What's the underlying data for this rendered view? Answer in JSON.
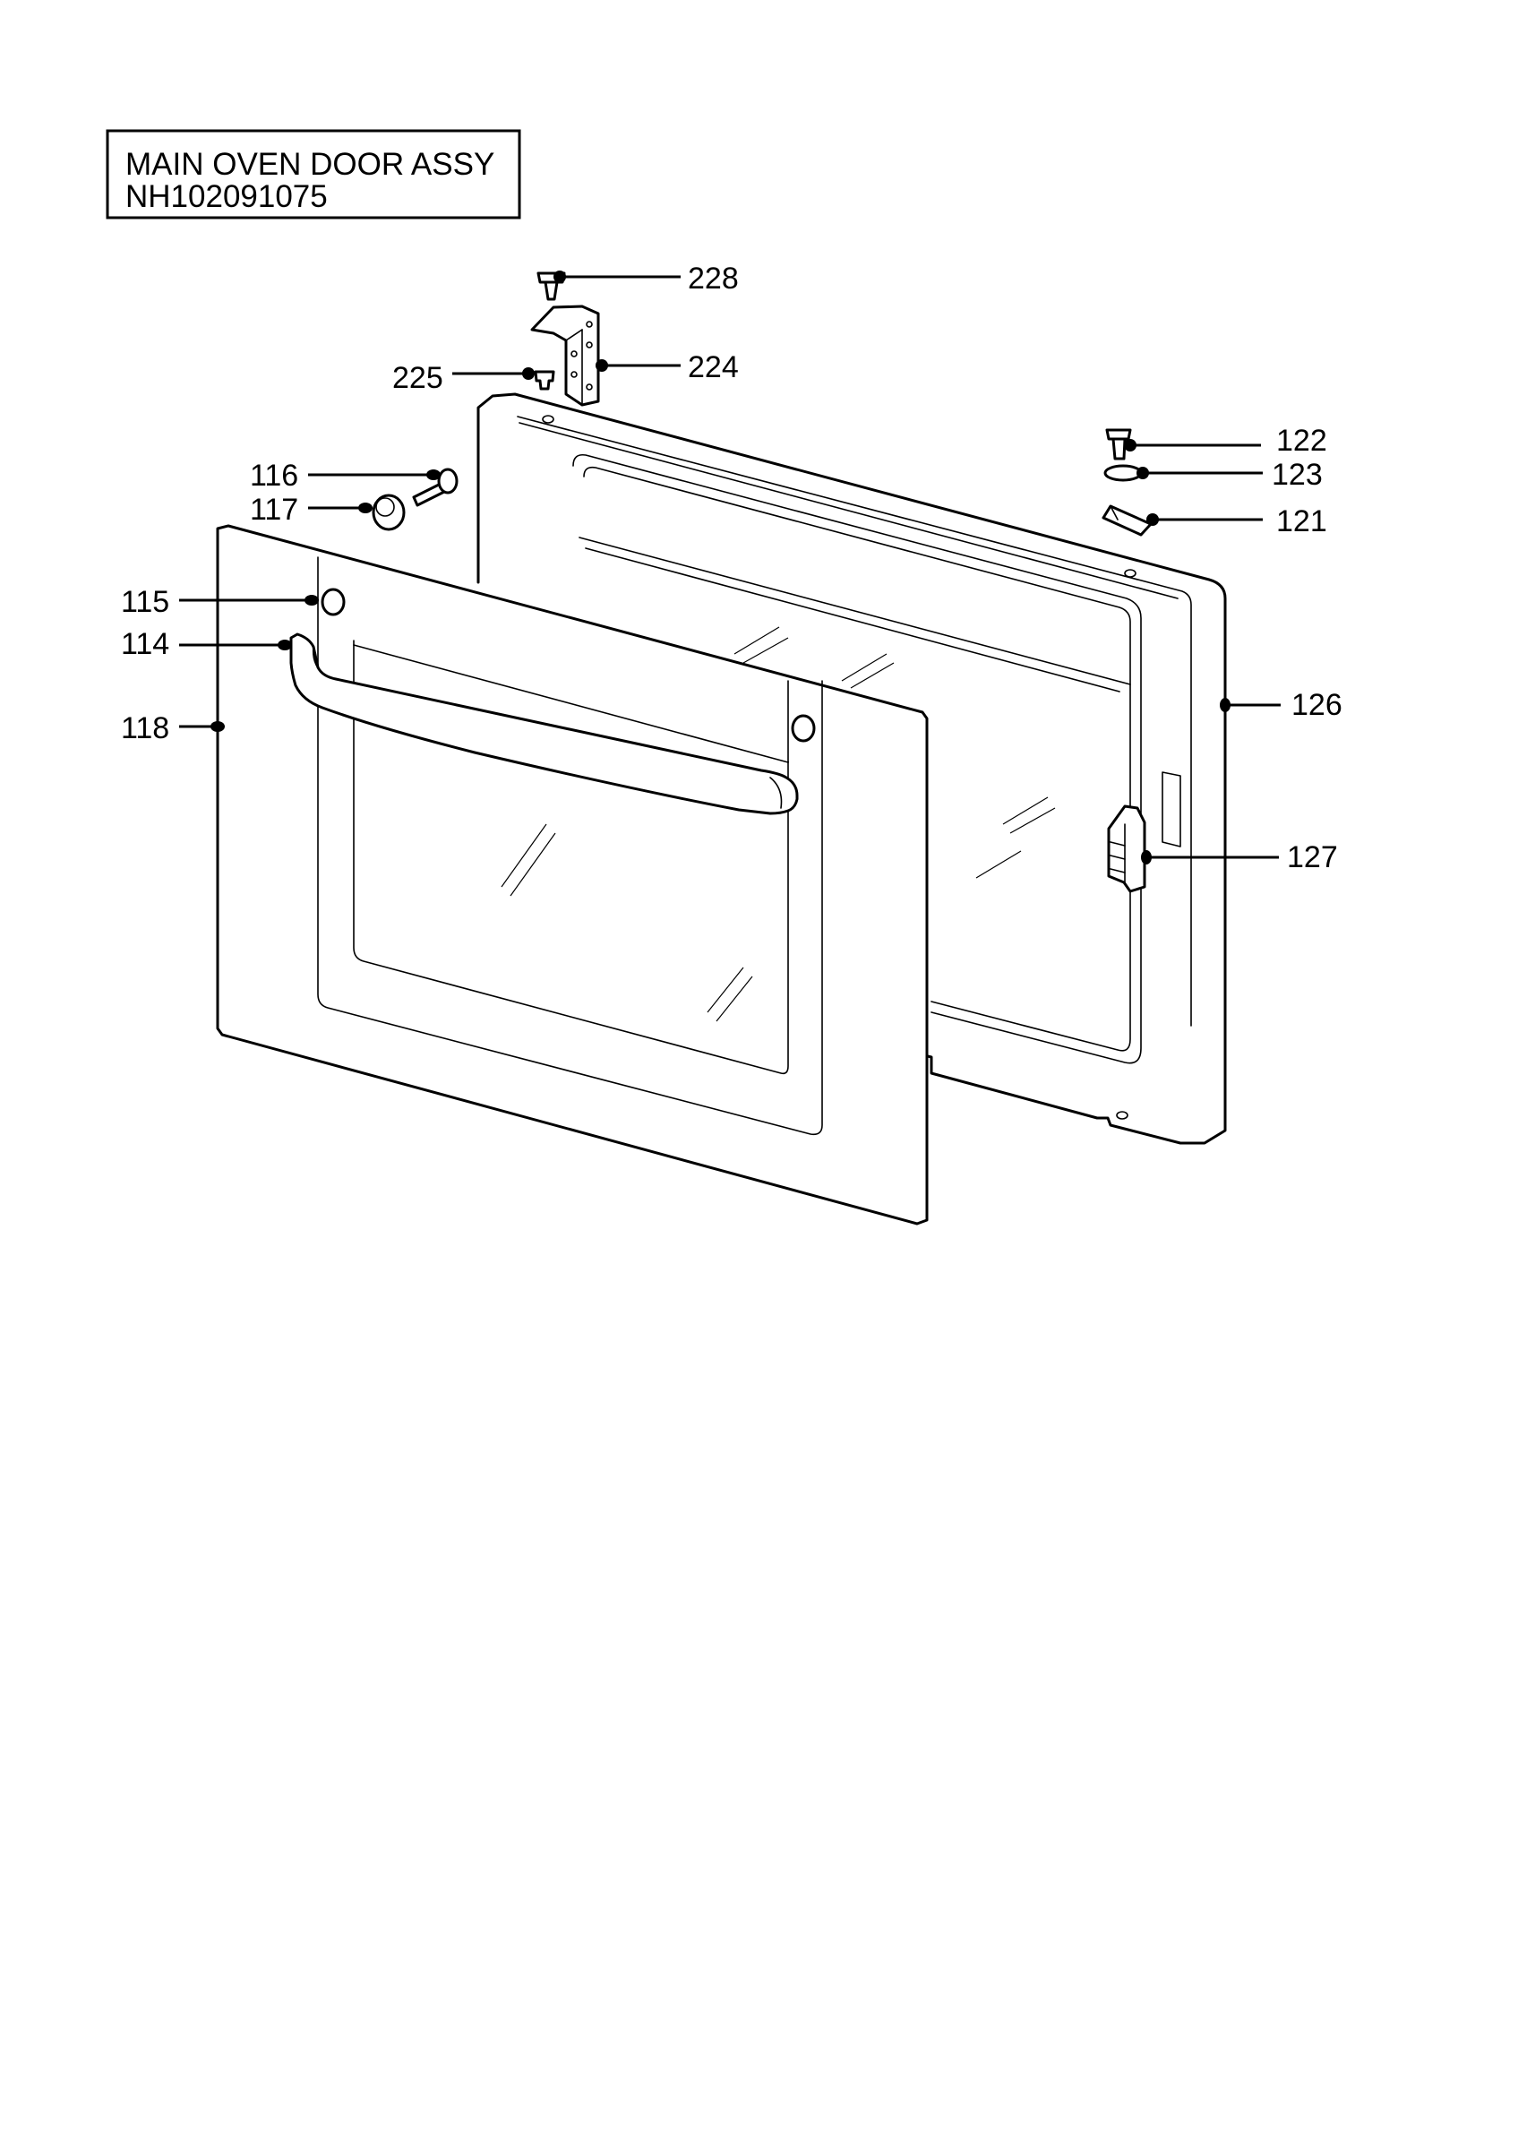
{
  "title_block": {
    "line1": "MAIN OVEN DOOR ASSY",
    "line2": "NH102091075"
  },
  "callouts": [
    {
      "id": "228",
      "text": "228"
    },
    {
      "id": "224",
      "text": "224"
    },
    {
      "id": "225",
      "text": "225"
    },
    {
      "id": "122",
      "text": "122"
    },
    {
      "id": "123",
      "text": "123"
    },
    {
      "id": "121",
      "text": "121"
    },
    {
      "id": "116",
      "text": "116"
    },
    {
      "id": "117",
      "text": "117"
    },
    {
      "id": "115",
      "text": "115"
    },
    {
      "id": "114",
      "text": "114"
    },
    {
      "id": "118",
      "text": "118"
    },
    {
      "id": "126",
      "text": "126"
    },
    {
      "id": "127",
      "text": "127"
    }
  ]
}
